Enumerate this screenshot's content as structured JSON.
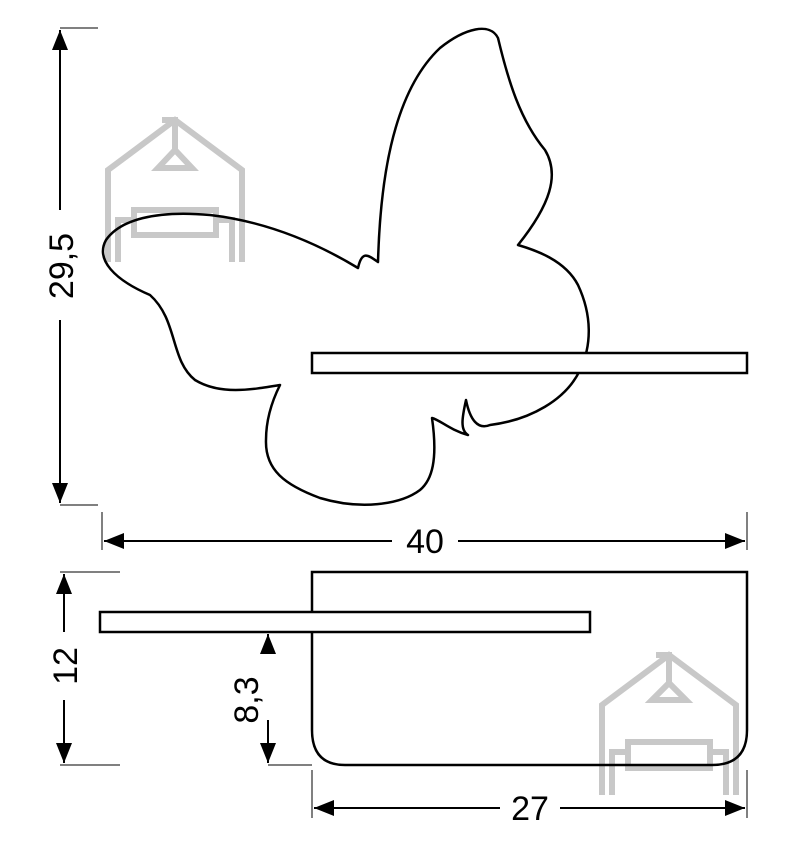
{
  "drawing": {
    "front_view": {
      "height_label": "29,5",
      "width_label": "40"
    },
    "side_view": {
      "height_label": "12",
      "shelf_height_label": "8,3",
      "depth_label": "27"
    },
    "colors": {
      "outline": "#000000",
      "watermark": "#c8c8c8",
      "background": "#ffffff"
    },
    "icons": {
      "watermark": "house-with-lamp-and-sofa-icon"
    }
  }
}
